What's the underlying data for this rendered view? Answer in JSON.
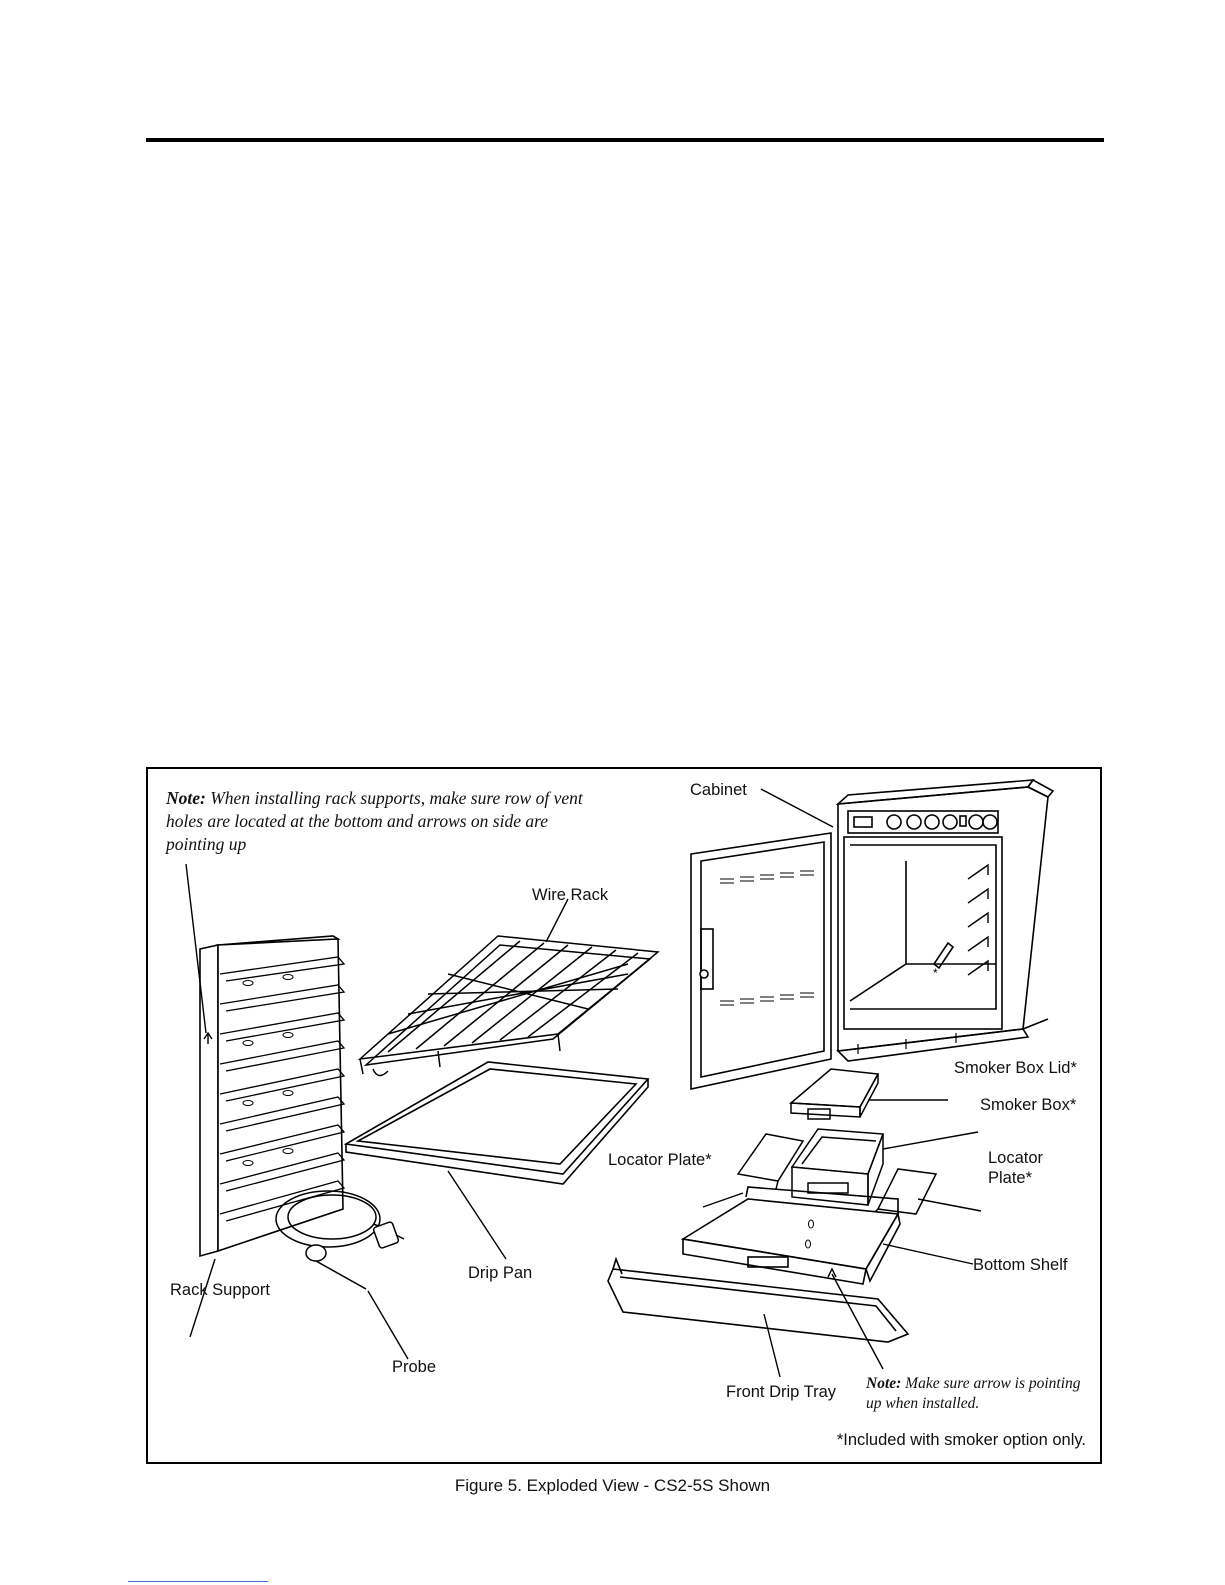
{
  "note_top": {
    "prefix": "Note:",
    "text": "When installing rack supports, make sure row of vent holes are located at the bottom and arrows on side are pointing up"
  },
  "labels": {
    "cabinet": "Cabinet",
    "wire_rack": "Wire Rack",
    "smoker_box_lid": "Smoker Box Lid*",
    "smoker_box": "Smoker Box*",
    "locator_plate_left": "Locator Plate*",
    "locator_plate_right_1": "Locator",
    "locator_plate_right_2": "Plate*",
    "bottom_shelf": "Bottom Shelf",
    "drip_pan": "Drip Pan",
    "rack_support": "Rack Support",
    "probe": "Probe",
    "front_drip_tray": "Front Drip Tray"
  },
  "note_bottom": {
    "prefix": "Note:",
    "text": "Make sure arrow is pointing up when installed."
  },
  "footnote": "*Included with smoker option only.",
  "caption": "Figure 5. Exploded View - CS2-5S Shown"
}
